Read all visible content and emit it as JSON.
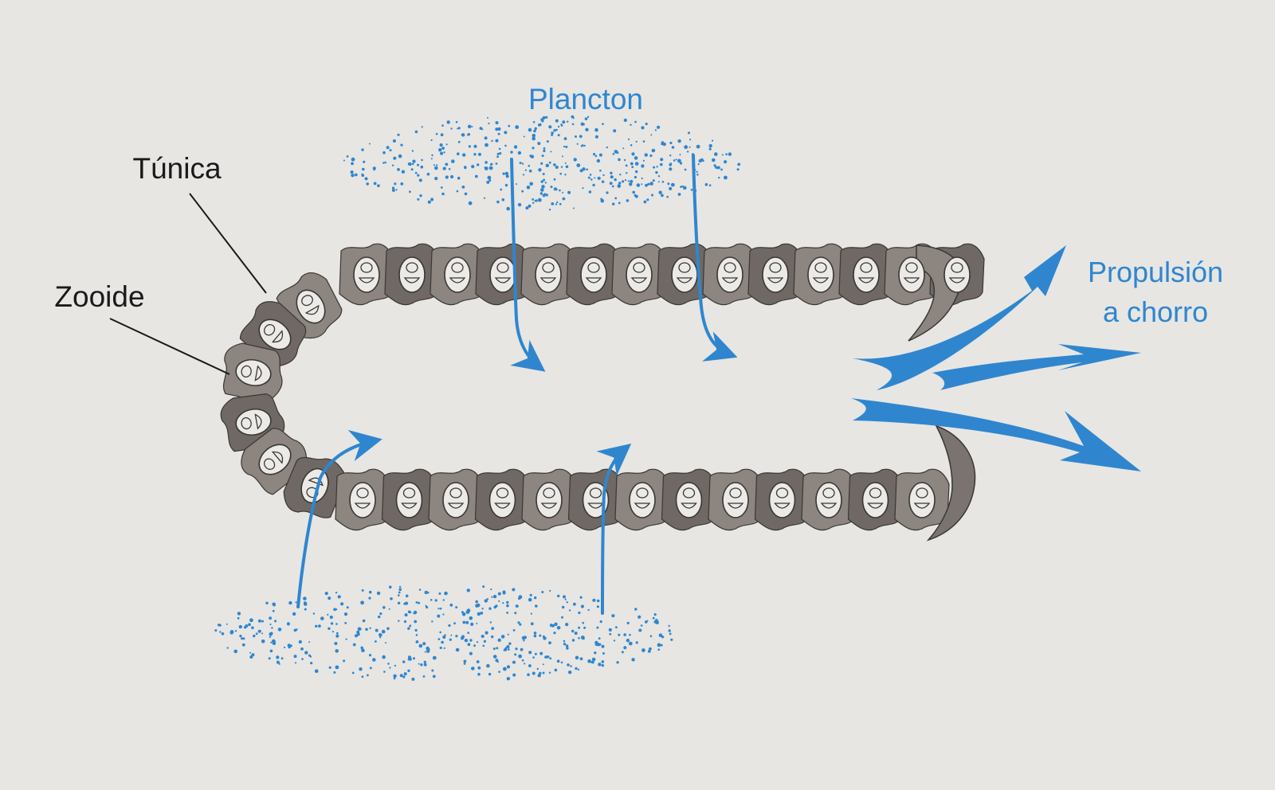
{
  "labels": {
    "plancton": "Plancton",
    "tunica": "Túnica",
    "zooide": "Zooide",
    "propulsion_line1": "Propulsión",
    "propulsion_line2": "a chorro"
  },
  "colors": {
    "background": "#e7e6e3",
    "tunic": "#8c8580",
    "tunic_dark": "#6f6864",
    "outline": "#3a3735",
    "zooid_fill": "#eceae6",
    "blue": "#2f86cf",
    "label_dark": "#1a1a1a"
  },
  "icons": [
    "zooid-icon",
    "plankton-particles",
    "flow-arrow",
    "jet-arrow"
  ]
}
